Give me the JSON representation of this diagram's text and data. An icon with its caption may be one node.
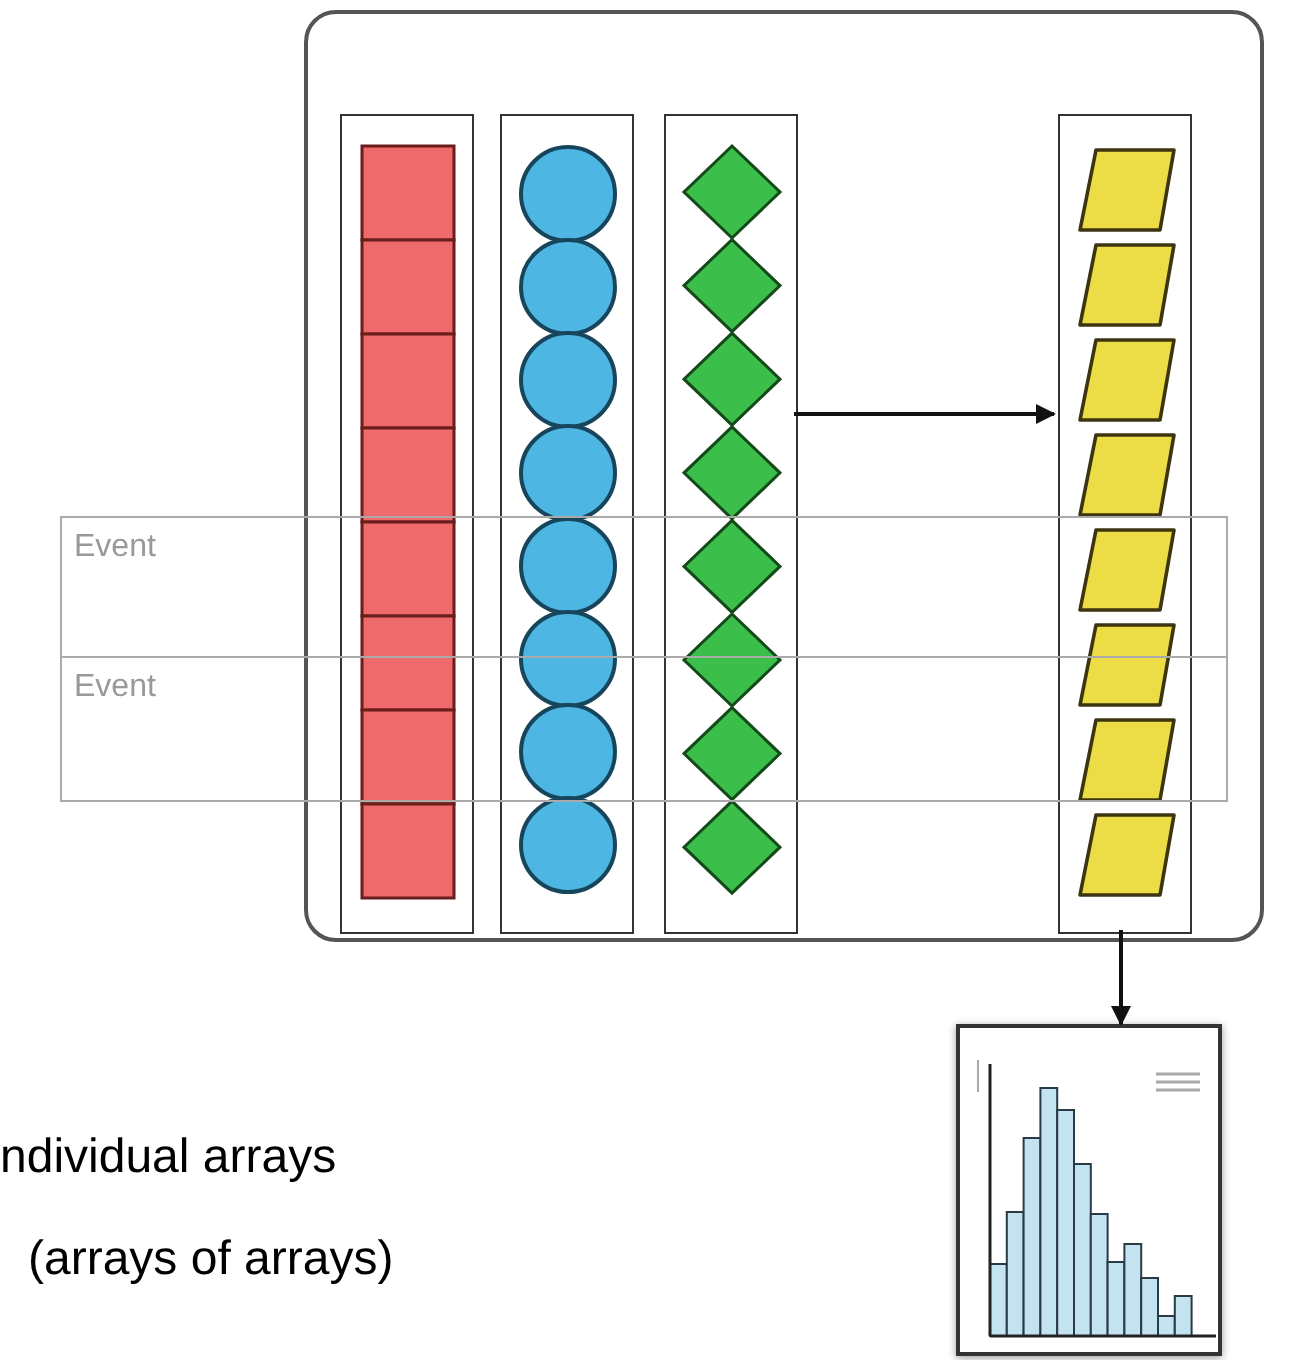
{
  "diagram": {
    "nodes": [
      {
        "text": [],
        "shape": "box"
      },
      {
        "text": [],
        "shape": "box",
        "in": 0
      },
      {
        "text": [],
        "shape": "box",
        "in": 0
      },
      {
        "text": [],
        "shape": "box",
        "in": 0
      },
      {
        "text": [],
        "shape": "box",
        "in": 0
      },
      {
        "text": [
          "Event"
        ]
      },
      {
        "text": [
          "Event"
        ]
      },
      {
        "text": [],
        "shape": "picture"
      }
    ],
    "edges": [
      {
        "from": 3,
        "to": 4,
        "arrow": "to"
      },
      {
        "from": 4,
        "to": 7,
        "arrow": "to"
      }
    ],
    "labels": [
      "ndividual arrays",
      "(arrays of arrays)"
    ]
  }
}
